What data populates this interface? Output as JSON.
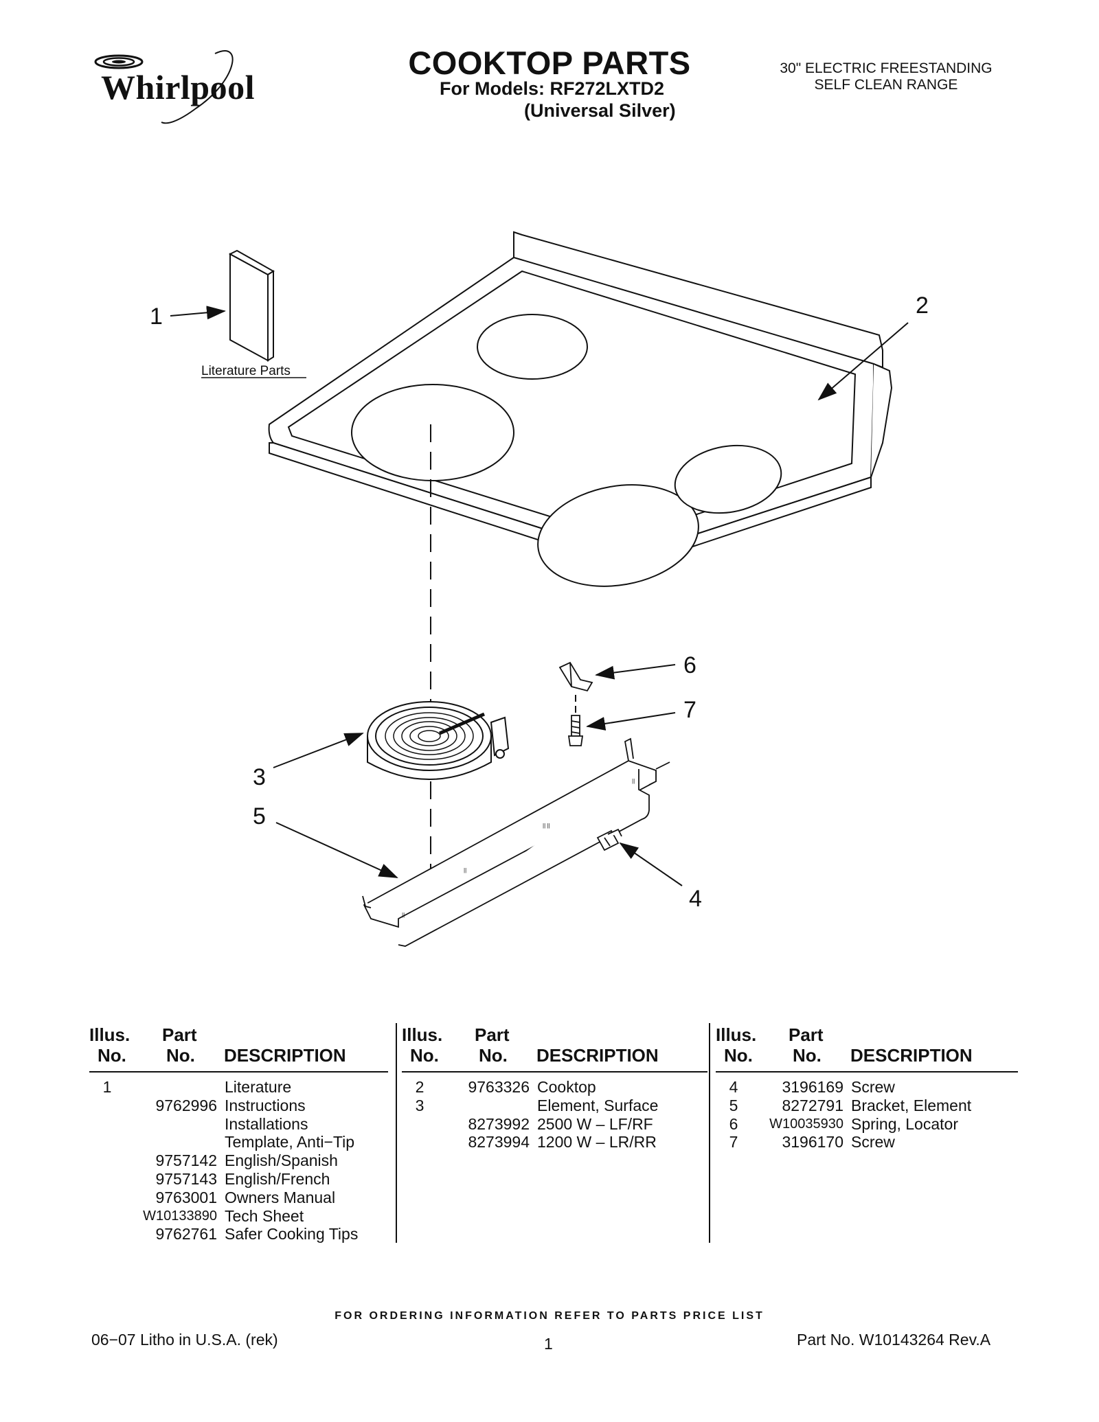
{
  "header": {
    "brand": "Whirlpool",
    "title": "COOKTOP PARTS",
    "models_line": "For Models: RF272LXTD2",
    "color_line": "(Universal Silver)",
    "range_type_line1": "30\" ELECTRIC FREESTANDING",
    "range_type_line2": "SELF CLEAN RANGE"
  },
  "diagram": {
    "literature_label": "Literature Parts",
    "callouts": [
      "1",
      "2",
      "3",
      "4",
      "5",
      "6",
      "7"
    ]
  },
  "table": {
    "headers": {
      "illus_top": "Illus.",
      "illus_bottom": "No.",
      "part_top": "Part",
      "part_bottom": "No.",
      "description": "DESCRIPTION"
    },
    "columns": [
      [
        {
          "illus": "1",
          "part": "",
          "desc": "Literature"
        },
        {
          "illus": "",
          "part": "9762996",
          "desc": "Instructions"
        },
        {
          "illus": "",
          "part": "",
          "desc": "Installations"
        },
        {
          "illus": "",
          "part": "",
          "desc": "Template, Anti−Tip"
        },
        {
          "illus": "",
          "part": "9757142",
          "desc": "English/Spanish"
        },
        {
          "illus": "",
          "part": "9757143",
          "desc": "English/French"
        },
        {
          "illus": "",
          "part": "9763001",
          "desc": "Owners Manual"
        },
        {
          "illus": "",
          "part": "W10133890",
          "desc": "Tech Sheet"
        },
        {
          "illus": "",
          "part": "9762761",
          "desc": "Safer Cooking Tips"
        }
      ],
      [
        {
          "illus": "2",
          "part": "9763326",
          "desc": "Cooktop"
        },
        {
          "illus": "3",
          "part": "",
          "desc": "Element, Surface"
        },
        {
          "illus": "",
          "part": "8273992",
          "desc": "2500 W – LF/RF"
        },
        {
          "illus": "",
          "part": "8273994",
          "desc": "1200 W – LR/RR"
        }
      ],
      [
        {
          "illus": "4",
          "part": "3196169",
          "desc": "Screw"
        },
        {
          "illus": "5",
          "part": "8272791",
          "desc": "Bracket, Element"
        },
        {
          "illus": "6",
          "part": "W10035930",
          "desc": "Spring, Locator"
        },
        {
          "illus": "7",
          "part": "3196170",
          "desc": "Screw"
        }
      ]
    ]
  },
  "footer": {
    "ordering": "FOR ORDERING INFORMATION REFER TO PARTS PRICE LIST",
    "litho": "06−07 Litho in U.S.A. (rek)",
    "page_number": "1",
    "part_no": "Part No. W10143264 Rev.A"
  }
}
